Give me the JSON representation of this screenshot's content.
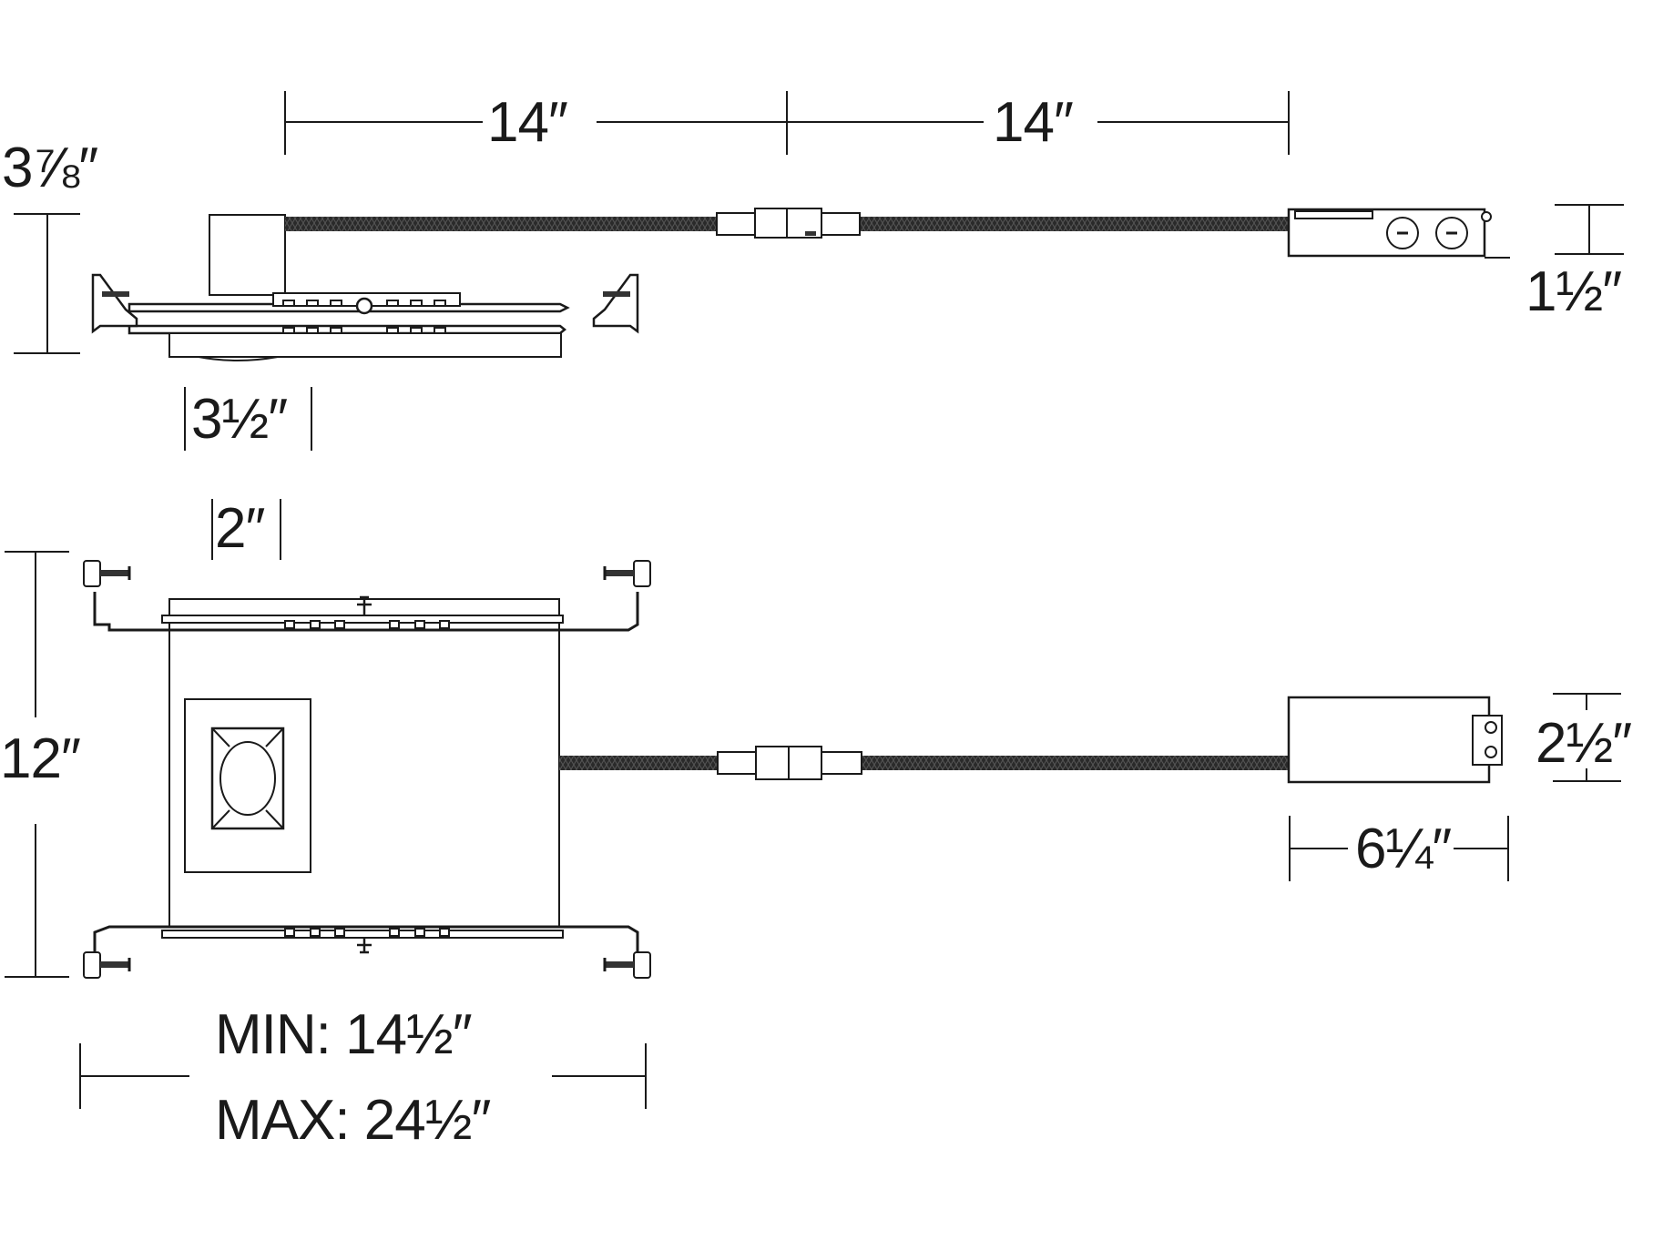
{
  "title": "Recessed LED housing dimension drawing",
  "colors": {
    "line": "#1a1a1a",
    "background": "#ffffff",
    "cord": "#2a2a2a"
  },
  "side_view": {
    "cord_length_left": "14″",
    "cord_length_right": "14″",
    "housing_height": "3⅞″",
    "aperture_width": "3½″",
    "driver_height": "1½″"
  },
  "top_view": {
    "aperture_offset": "2″",
    "housing_depth": "12″",
    "driver_width": "2½″",
    "driver_length": "6¼″",
    "bar_span_min": "MIN: 14½″",
    "bar_span_max": "MAX: 24½″"
  }
}
